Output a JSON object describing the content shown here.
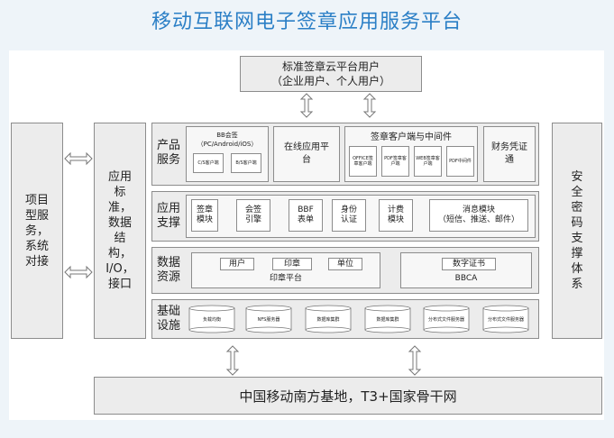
{
  "title": "移动互联网电子签章应用服务平台",
  "top_box": {
    "line1": "标准签章云平台用户",
    "line2": "（企业用户、个人用户）"
  },
  "left_box": "项目型服务，系统对接",
  "middle_box": "应用标准，数据结构，I/O，接口",
  "right_box": "安全密码支撑体系",
  "bottom_box": "中国移动南方基地，T3+国家骨干网",
  "layers": {
    "product": {
      "label": "产品服务",
      "bb": {
        "line1": "BB会签",
        "line2": "（PC/Android/iOS）",
        "c1": "C/S客户端",
        "c2": "B/S客户端"
      },
      "online": "在线应用平台",
      "client": {
        "title": "签章客户端与中间件",
        "items": [
          "OFFICE签章客户端",
          "PDF签章客户端",
          "WEB签章客户端",
          "PDF中间件"
        ]
      },
      "finance": "财务凭证通"
    },
    "app": {
      "label": "应用支撑",
      "modules": [
        "签章模块",
        "会签引擎",
        "BBF表单",
        "身份认证",
        "计费模块"
      ],
      "message": {
        "line1": "消息模块",
        "line2": "（短信、推送、邮件）"
      }
    },
    "data": {
      "label": "数据资源",
      "seal_items": [
        "用户",
        "印章",
        "单位"
      ],
      "seal_platform": "印章平台",
      "cert": "数字证书",
      "bbca": "BBCA"
    },
    "infra": {
      "label": "基础设施",
      "items": [
        "负载均衡",
        "NFS服务器",
        "数据库集群",
        "数据库集群",
        "分布式文件服务器",
        "分布式文件服务器"
      ]
    }
  }
}
